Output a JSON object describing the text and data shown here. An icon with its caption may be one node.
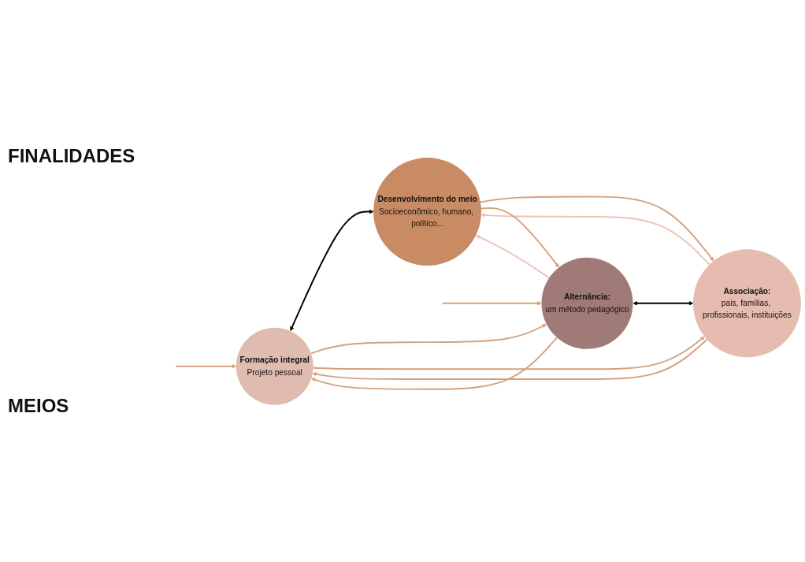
{
  "diagram": {
    "nodes": [
      {
        "text": [
          "Formação integral",
          "Projeto pessoal"
        ]
      },
      {
        "text": [
          "Desenvolvimento do meio",
          "Socioeconômico, humano, político..."
        ]
      },
      {
        "text": [
          "Alternância:",
          "um método pedagógico"
        ]
      },
      {
        "text": [
          "Associação:",
          "pais, famílias, profissionais, instituições"
        ]
      }
    ],
    "edges": [
      {
        "from": null,
        "to": 0,
        "arrow": "to"
      },
      {
        "from": 0,
        "to": 1,
        "arrow": "both",
        "color": "#000000"
      },
      {
        "from": 0,
        "to": 2,
        "arrow": "to"
      },
      {
        "from": 2,
        "to": 0,
        "arrow": "to"
      },
      {
        "from": 1,
        "to": 3,
        "arrow": "to"
      },
      {
        "from": 3,
        "to": 1,
        "arrow": "to",
        "color": "#ecc3b8"
      },
      {
        "from": 3,
        "to": 0,
        "arrow": "to"
      },
      {
        "from": 0,
        "to": 3,
        "arrow": "to"
      },
      {
        "from": 2,
        "to": 1,
        "arrow": "to",
        "color": "#ecc3b8"
      },
      {
        "from": 1,
        "to": 2,
        "arrow": "to"
      },
      {
        "from": null,
        "to": 2,
        "arrow": "to"
      },
      {
        "from": 2,
        "to": 3,
        "arrow": "both",
        "color": "#000000"
      }
    ],
    "labels": [
      "FINALIDADES",
      "MEIOS"
    ]
  }
}
